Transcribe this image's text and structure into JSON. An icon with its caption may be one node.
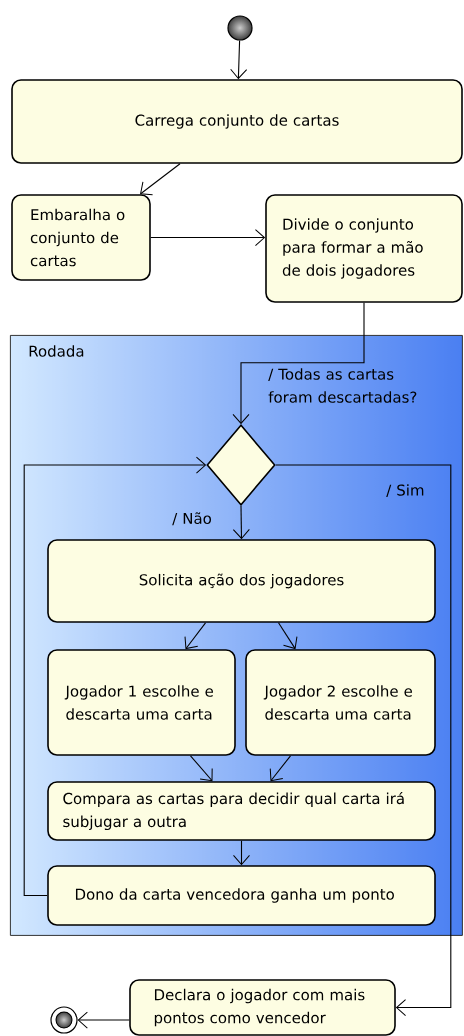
{
  "diagram": {
    "nodes": [
      {
        "text": [],
        "shape": "circle"
      },
      {
        "text": [
          "Carrega conjunto de cartas"
        ]
      },
      {
        "text": [
          "Embaralha o conjunto de cartas"
        ]
      },
      {
        "text": [
          "Divide o conjunto para formar a mão de dois jogadores"
        ]
      },
      {
        "text": [
          "Rodada"
        ]
      },
      {
        "text": [],
        "shape": "diamond",
        "in": 4
      },
      {
        "text": [
          "Solicita ação dos jogadores"
        ],
        "in": 4
      },
      {
        "text": [
          "Jogador 1 escolhe e descarta uma carta"
        ],
        "in": 4
      },
      {
        "text": [
          "Jogador 2 escolhe e descarta uma carta"
        ],
        "in": 4
      },
      {
        "text": [
          "Compara as cartas para decidir qual carta irá subjugar a outra"
        ],
        "in": 4
      },
      {
        "text": [
          "Dono da carta vencedora ganha um ponto"
        ],
        "in": 4
      },
      {
        "text": [
          "Declara o jogador com mais pontos como vencedor"
        ]
      },
      {
        "text": [],
        "shape": "circle"
      }
    ],
    "edges": [
      {
        "from": 0,
        "to": 1,
        "arrow": "to"
      },
      {
        "from": 1,
        "to": 2,
        "arrow": "to"
      },
      {
        "from": 2,
        "to": 3,
        "arrow": "to"
      },
      {
        "from": 3,
        "to": 5,
        "arrow": "to",
        "label": "/ Todas as cartas foram descartadas?"
      },
      {
        "from": 5,
        "to": 6,
        "arrow": "to",
        "label": "/ Não"
      },
      {
        "from": 6,
        "to": 7,
        "arrow": "to"
      },
      {
        "from": 6,
        "to": 8,
        "arrow": "to"
      },
      {
        "from": 7,
        "to": 9,
        "arrow": "to"
      },
      {
        "from": 8,
        "to": 9,
        "arrow": "to"
      },
      {
        "from": 9,
        "to": 10,
        "arrow": "to"
      },
      {
        "from": 10,
        "to": 5,
        "arrow": "to"
      },
      {
        "from": 5,
        "to": 11,
        "arrow": "to",
        "label": "/ Sim"
      },
      {
        "from": 11,
        "to": 12,
        "arrow": "to"
      }
    ]
  }
}
